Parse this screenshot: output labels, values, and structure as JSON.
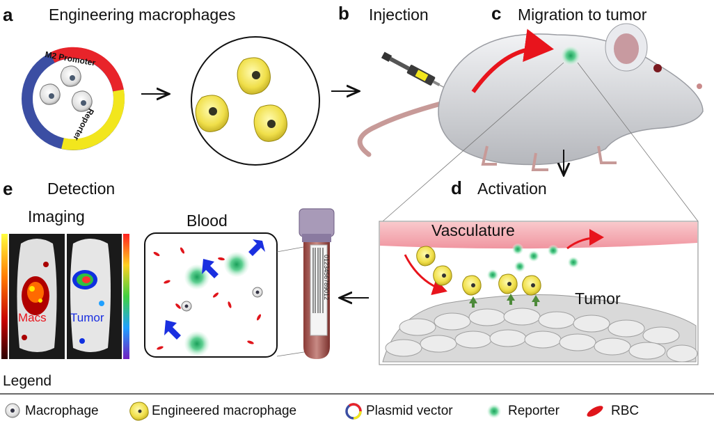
{
  "panels": {
    "a": {
      "letter": "a",
      "title": "Engineering macrophages",
      "plasmid_labels": [
        "M2 Promoter",
        "Reporter"
      ]
    },
    "b": {
      "letter": "b",
      "title": "Injection"
    },
    "c": {
      "letter": "c",
      "title": "Migration to tumor"
    },
    "d": {
      "letter": "d",
      "title": "Activation",
      "labels": [
        "Vasculature",
        "Tumor"
      ]
    },
    "e": {
      "letter": "e",
      "title": "Detection",
      "imaging_title": "Imaging",
      "blood_title": "Blood",
      "imaging_labels": {
        "macs": "Macs",
        "tumor": "Tumor"
      },
      "tube_barcode": "0123456789012"
    }
  },
  "legend": {
    "title": "Legend",
    "items": [
      {
        "label": "Macrophage",
        "icon": "macrophage-icon"
      },
      {
        "label": "Engineered macrophage",
        "icon": "engineered-macrophage-icon"
      },
      {
        "label": "Plasmid vector",
        "icon": "plasmid-vector-icon"
      },
      {
        "label": "Reporter",
        "icon": "reporter-icon"
      },
      {
        "label": "RBC",
        "icon": "rbc-icon"
      }
    ]
  },
  "colors": {
    "promoter": "#e8242a",
    "reporter_arc": "#f2e61d",
    "backbone": "#3b4ea3",
    "engineered": "#f1e45a",
    "reporter_green": "#3cbf7a",
    "rbc": "#e0151b",
    "arrow_blue": "#1a2fe0",
    "activation_arrow": "#4d8a3a",
    "vessel": "#f3aeb3"
  }
}
